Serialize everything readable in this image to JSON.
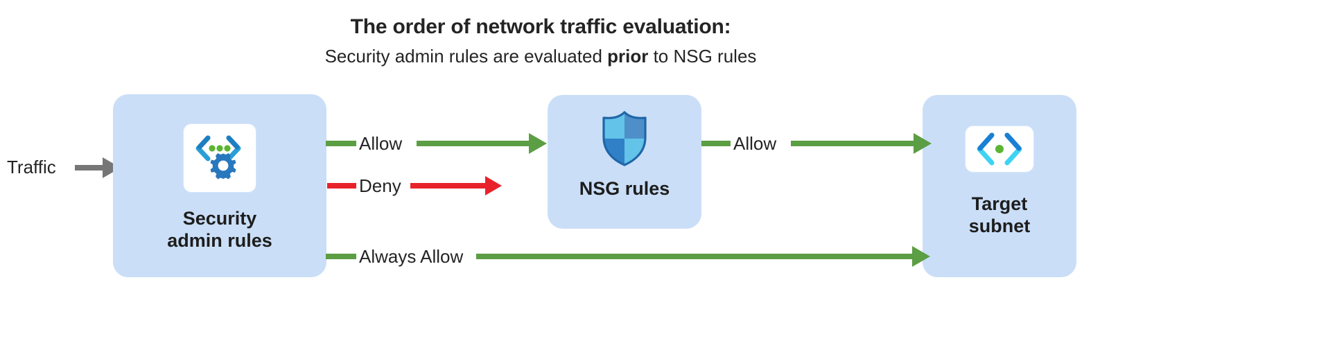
{
  "header": {
    "title": "The order of network traffic evaluation:",
    "subtitle_pre": "Security admin rules are evaluated ",
    "subtitle_emphasis": "prior",
    "subtitle_post": " to NSG rules"
  },
  "nodes": [
    {
      "id": "security-admin-rules",
      "label": "Security\nadmin rules",
      "icon": "code-brackets-gear-icon",
      "fill": "#cadef7"
    },
    {
      "id": "nsg-rules",
      "label": "NSG rules",
      "icon": "shield-icon",
      "fill": "#cadef7"
    },
    {
      "id": "target-subnet",
      "label": "Target\nsubnet",
      "icon": "code-brackets-dot-icon",
      "fill": "#cadef7"
    }
  ],
  "edges": [
    {
      "id": "traffic-in",
      "label": "Traffic",
      "color": "#767676",
      "from": "",
      "to": "security-admin-rules"
    },
    {
      "id": "allow-to-nsg",
      "label": "Allow",
      "color": "#5b9e43",
      "from": "security-admin-rules",
      "to": "nsg-rules"
    },
    {
      "id": "deny",
      "label": "Deny",
      "color": "#e8222b",
      "from": "security-admin-rules",
      "to": ""
    },
    {
      "id": "allow-to-subnet",
      "label": "Allow",
      "color": "#5b9e43",
      "from": "nsg-rules",
      "to": "target-subnet"
    },
    {
      "id": "always-allow",
      "label": "Always Allow",
      "color": "#5b9e43",
      "from": "security-admin-rules",
      "to": "target-subnet"
    }
  ],
  "colors": {
    "allow_green": "#5b9e43",
    "deny_red": "#e8222b",
    "traffic_gray": "#767676",
    "node_blue": "#cadef7",
    "text": "#242424"
  }
}
